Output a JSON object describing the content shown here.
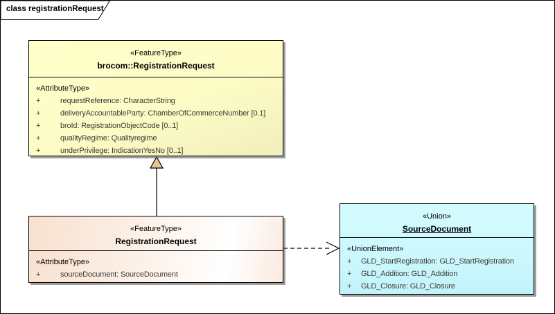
{
  "tab": {
    "label": "class registrationRequest"
  },
  "classes": {
    "parent": {
      "stereotype": "«FeatureType»",
      "name": "brocom::RegistrationRequest",
      "section": "«AttributeType»",
      "attributes": [
        {
          "vis": "+",
          "text": "requestReference: CharacterString"
        },
        {
          "vis": "+",
          "text": "deliveryAccountableParty: ChamberOfCommerceNumber [0.1]"
        },
        {
          "vis": "+",
          "text": "broId: RegistrationObjectCode [0..1]"
        },
        {
          "vis": "+",
          "text": "qualityRegime: Qualityregime"
        },
        {
          "vis": "+",
          "text": "underPrivilege: IndicationYesNo [0..1]"
        }
      ]
    },
    "child": {
      "stereotype": "«FeatureType»",
      "name": "RegistrationRequest",
      "section": "«AttributeType»",
      "attributes": [
        {
          "vis": "+",
          "text": "sourceDocument: SourceDocument"
        }
      ]
    },
    "union": {
      "stereotype": "«Union»",
      "name": "SourceDocument",
      "section": "«UnionElement»",
      "attributes": [
        {
          "vis": "+",
          "text": "GLD_StartRegistration: GLD_StartRegistration"
        },
        {
          "vis": "+",
          "text": "GLD_Addition: GLD_Addition"
        },
        {
          "vis": "+",
          "text": "GLD_Closure: GLD_Closure"
        }
      ]
    }
  },
  "connectors": {
    "generalization": "generalization: RegistrationRequest → brocom::RegistrationRequest",
    "dependency": "dependency: RegistrationRequest ⇢ SourceDocument"
  },
  "colors": {
    "parent_fill": "#ffffc9",
    "child_fill": "#f8e0cf",
    "union_fill": "#ccf8fe",
    "generalization_arrow_fill": "#eac58f",
    "border": "#000000",
    "shadow": "#808080"
  }
}
